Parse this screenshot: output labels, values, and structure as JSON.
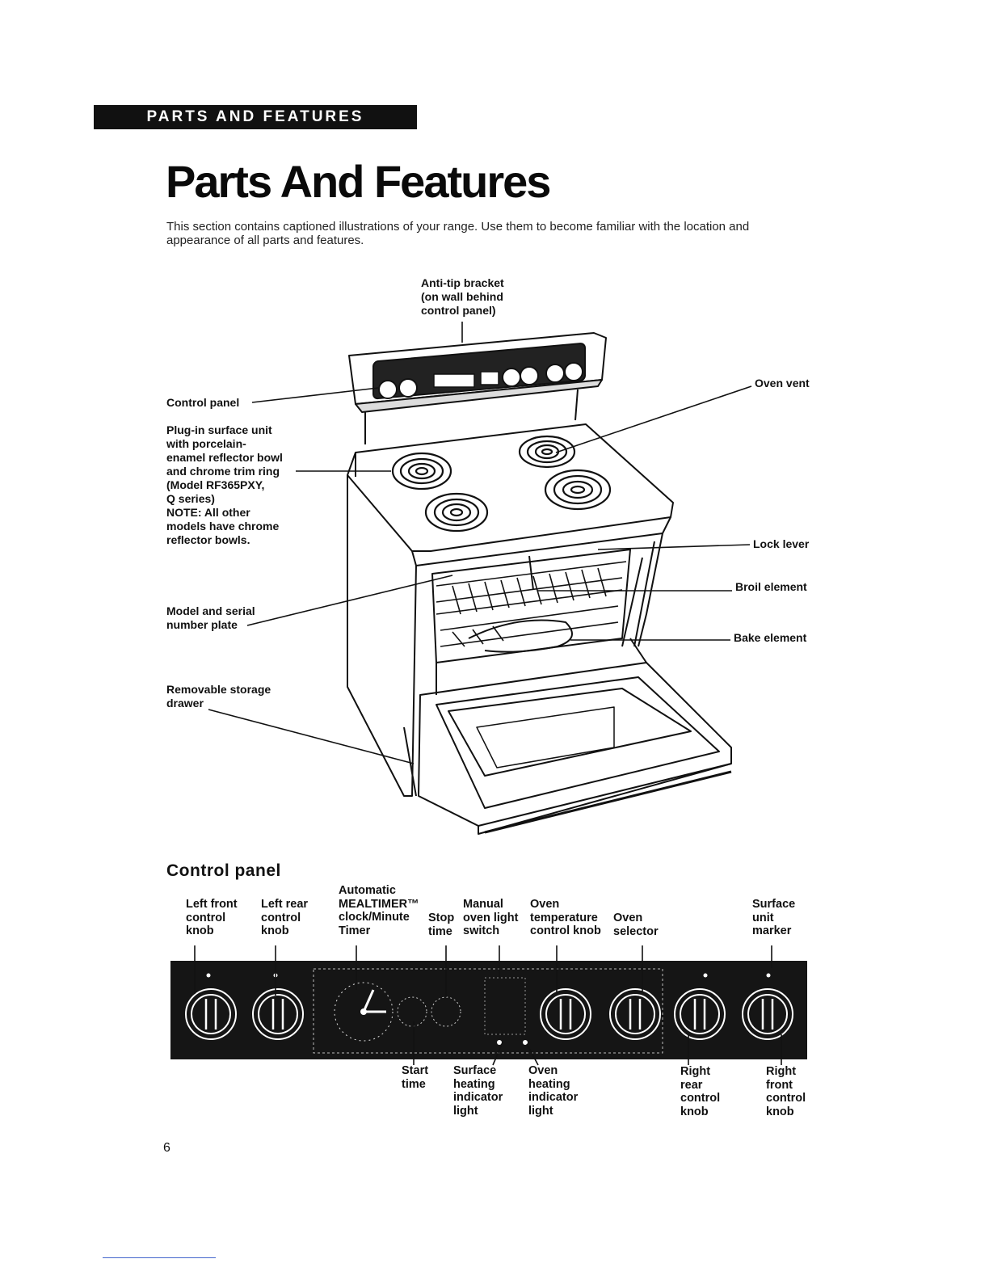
{
  "header": {
    "banner": "PARTS AND FEATURES",
    "title": "Parts And Features",
    "intro": "This section contains captioned illustrations of your range. Use them to become familiar with the location and appearance of all parts and features."
  },
  "range_labels": {
    "anti_tip": [
      "Anti-tip bracket",
      "(on wall behind",
      "control panel)"
    ],
    "control_panel": [
      "Control panel"
    ],
    "surface_unit": [
      "Plug-in surface unit",
      "with porcelain-",
      "enamel reflector bowl",
      "and chrome trim ring",
      "(Model RF365PXY,",
      "Q series)",
      "NOTE: All other",
      "models have chrome",
      "reflector bowls."
    ],
    "model_plate": [
      "Model and serial",
      "number plate"
    ],
    "storage_drawer": [
      "Removable storage",
      "drawer"
    ],
    "oven_vent": [
      "Oven vent"
    ],
    "lock_lever": [
      "Lock lever"
    ],
    "broil_element": [
      "Broil element"
    ],
    "bake_element": [
      "Bake element"
    ]
  },
  "control_panel": {
    "heading": "Control panel",
    "top_labels": {
      "left_front": [
        "Left front",
        "control",
        "knob"
      ],
      "left_rear": [
        "Left rear",
        "control",
        "knob"
      ],
      "timer": [
        "Automatic",
        "MEALTIMER™",
        "clock/Minute",
        "Timer"
      ],
      "stop_time": [
        "Stop",
        "time"
      ],
      "oven_light": [
        "Manual",
        "oven light",
        "switch"
      ],
      "oven_temp": [
        "Oven",
        "temperature",
        "control knob"
      ],
      "oven_selector": [
        "Oven",
        "selector"
      ],
      "surface_marker": [
        "Surface",
        "unit",
        "marker"
      ]
    },
    "bottom_labels": {
      "start_time": [
        "Start",
        "time"
      ],
      "surface_indicator": [
        "Surface",
        "heating",
        "indicator",
        "light"
      ],
      "oven_indicator": [
        "Oven",
        "heating",
        "indicator",
        "light"
      ],
      "right_rear": [
        "Right",
        "rear",
        "control",
        "knob"
      ],
      "right_front": [
        "Right",
        "front",
        "control",
        "knob"
      ]
    }
  },
  "footer": {
    "page_number": "6"
  }
}
